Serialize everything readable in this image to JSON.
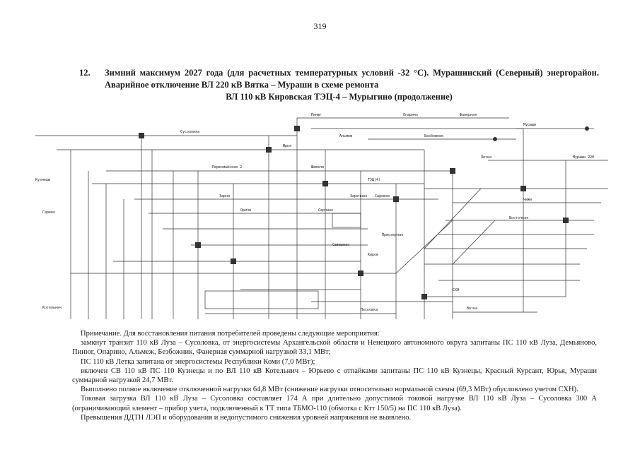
{
  "page": {
    "number": "319"
  },
  "heading": {
    "num": "12.",
    "line1": "Зимний максимум 2027 года (для расчетных температурных условий -32 °С). Мурашинский (Северный) энергорайон. Аварийное отключение ВЛ 220 кВ Вятка – Мураши в схеме ремонта",
    "line2": "ВЛ 110 кВ Кировская ТЭЦ-4 – Мурыгино (продолжение)"
  },
  "diagram": {
    "labels": [
      {
        "id": "l1",
        "text": "Сусоловка"
      },
      {
        "id": "l2",
        "text": "Пинюг"
      },
      {
        "id": "l3",
        "text": "Опарино"
      },
      {
        "id": "l4",
        "text": "Альмеж"
      },
      {
        "id": "l5",
        "text": "Безбожник"
      },
      {
        "id": "l6",
        "text": "Фанерная"
      },
      {
        "id": "l7",
        "text": "Мураши"
      },
      {
        "id": "l8",
        "text": "Летка"
      },
      {
        "id": "l9",
        "text": "Мураши 220"
      },
      {
        "id": "l10",
        "text": "Юрья"
      },
      {
        "id": "l11",
        "text": "Первомайская 2"
      },
      {
        "id": "l12",
        "text": "Шевели"
      },
      {
        "id": "l13",
        "text": "ТЭЦ(4)"
      },
      {
        "id": "l14",
        "text": "Кузнецы"
      },
      {
        "id": "l15",
        "text": "Гарево"
      },
      {
        "id": "l16",
        "text": "Зарни"
      },
      {
        "id": "l17",
        "text": "Оричи"
      },
      {
        "id": "l18",
        "text": "Серпино"
      },
      {
        "id": "l19",
        "text": "Заречная"
      },
      {
        "id": "l20",
        "text": "Садовая"
      },
      {
        "id": "l21",
        "text": "Котельнич"
      },
      {
        "id": "l22",
        "text": "Песковка"
      },
      {
        "id": "l23",
        "text": "Киров"
      },
      {
        "id": "l24",
        "text": "Северная"
      },
      {
        "id": "l25",
        "text": "Восточная"
      },
      {
        "id": "l26",
        "text": "Чижи"
      },
      {
        "id": "l27",
        "text": "Приозерная"
      },
      {
        "id": "l28",
        "text": "СХН"
      },
      {
        "id": "l29",
        "text": "Вятка"
      }
    ]
  },
  "notes": {
    "paragraphs": [
      "Примечание. Для восстановления питания потребителей проведены следующие мероприятия:",
      "замкнут транзит 110 кВ Луза – Сусоловка, от энергосистемы Архангельской области и Ненецкого автономного округа запитаны ПС 110 кВ Луза, Демьяново, Пинюг, Опарино, Альмеж, Безбожник, Фанерная суммарной нагрузкой 33,1 МВт;",
      "ПС 110 кВ Летка запитана от энергосистемы Республики Коми (7,0 МВт);",
      "включен СВ 110 кВ ПС 110 Кузнецы и по ВЛ 110 кВ Котельнич – Юрьево с отпайками запитаны ПС 110 кВ Кузнецы, Красный Курсант, Юрья, Мураши суммарной нагрузкой 24,7 МВт.",
      "Выполнено полное включение отключенной нагрузки 64,8 МВт (снижение нагрузки относительно нормальной схемы (69,3 МВт) обусловлено учетом СХН).",
      "Токовая загрузка ВЛ 110 кВ Луза – Сусоловка составляет 174 А при длительно допустимой токовой нагрузке ВЛ 110 кВ Луза – Сусоловка 300 А (ограничивающий элемент – прибор учета, подключенный к ТТ типа ТБМО-110 (обмотка с Ктт 150/5) на ПС 110 кВ Луза).",
      "Превышения ДДТН ЛЭП и оборудования и недопустимого снижения уровней напряжения не выявлено."
    ]
  }
}
